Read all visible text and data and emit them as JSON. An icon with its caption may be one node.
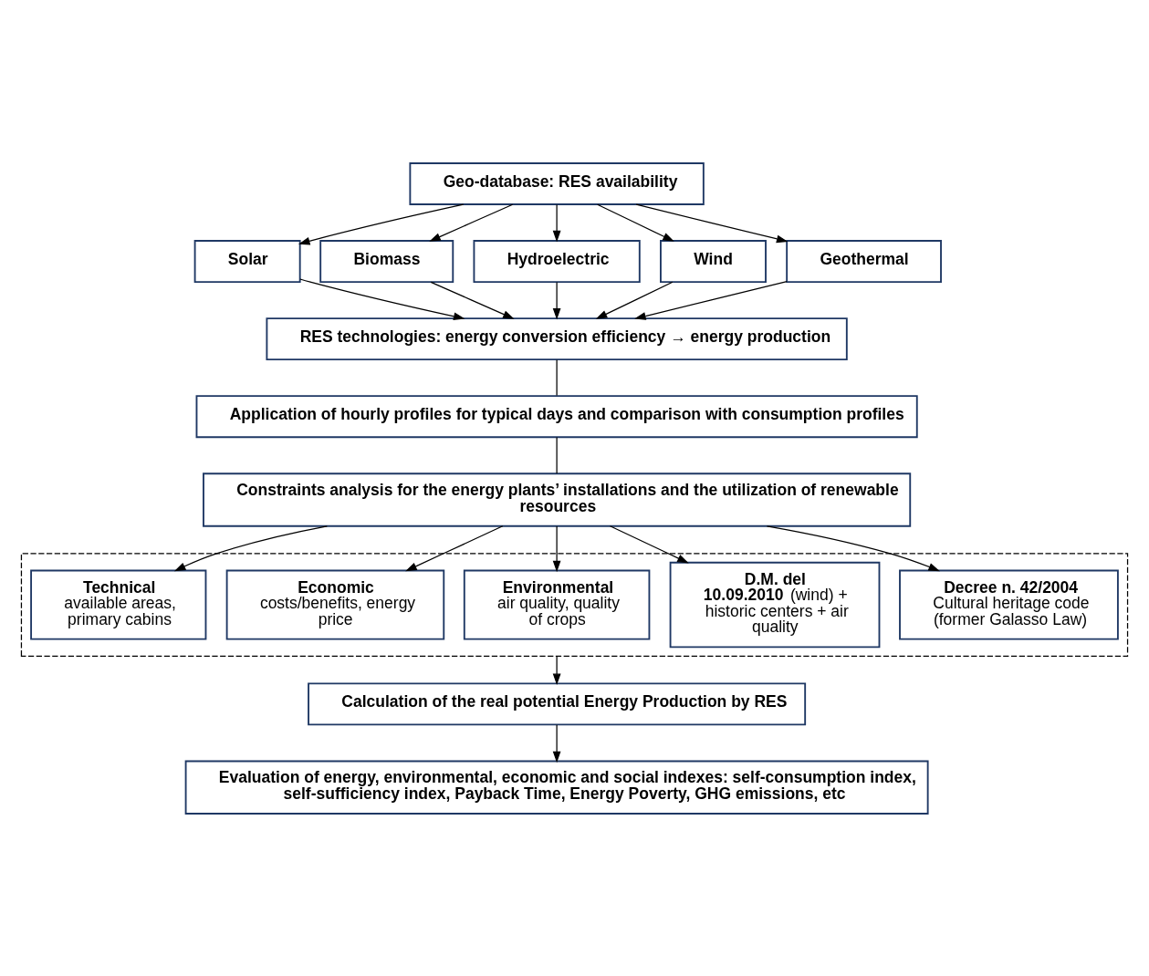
{
  "diagram": {
    "nodes": [
      {
        "text": [
          "Geo-database: RES availability"
        ]
      },
      {
        "text": [
          "Solar"
        ]
      },
      {
        "text": [
          "Biomass"
        ]
      },
      {
        "text": [
          "Hydroelectric"
        ]
      },
      {
        "text": [
          "Wind"
        ]
      },
      {
        "text": [
          "Geothermal"
        ]
      },
      {
        "text": [
          "RES technologies: energy conversion efficiency → energy production"
        ]
      },
      {
        "text": [
          "Application of hourly profiles for typical days and comparison with consumption profiles"
        ]
      },
      {
        "text": [
          "Constraints analysis for the energy plants’ installations and the utilization of renewable resources"
        ]
      },
      {
        "text": [],
        "shape": "box"
      },
      {
        "text": [
          "Technical",
          "available areas, primary cabins"
        ],
        "in": 9
      },
      {
        "text": [
          "Economic",
          "costs/benefits, energy price"
        ],
        "in": 9
      },
      {
        "text": [
          "Environmental",
          "air quality, quality of crops"
        ],
        "in": 9
      },
      {
        "text": [
          "**D.M. del 10.09.2010** (wind) + historic centers + air quality"
        ],
        "in": 9
      },
      {
        "text": [
          "Decree n. 42/2004",
          "Cultural heritage code (former Galasso Law)"
        ],
        "in": 9
      },
      {
        "text": [
          "Calculation of the real potential Energy Production by RES"
        ]
      },
      {
        "text": [
          "Evaluation of energy, environmental, economic and social indexes: self-consumption index, self-sufficiency index, Payback Time, Energy Poverty, GHG emissions, etc"
        ]
      }
    ],
    "edges": [
      {
        "from": 0,
        "to": 1,
        "arrow": "to"
      },
      {
        "from": 0,
        "to": 2,
        "arrow": "to"
      },
      {
        "from": 0,
        "to": 3,
        "arrow": "to"
      },
      {
        "from": 0,
        "to": 4,
        "arrow": "to"
      },
      {
        "from": 0,
        "to": 5,
        "arrow": "to"
      },
      {
        "from": 1,
        "to": 6,
        "arrow": "to"
      },
      {
        "from": 2,
        "to": 6,
        "arrow": "to"
      },
      {
        "from": 3,
        "to": 6,
        "arrow": "to"
      },
      {
        "from": 4,
        "to": 6,
        "arrow": "to"
      },
      {
        "from": 5,
        "to": 6,
        "arrow": "to"
      },
      {
        "from": 6,
        "to": 7,
        "arrow": "none"
      },
      {
        "from": 7,
        "to": 8,
        "arrow": "none"
      },
      {
        "from": 8,
        "to": 10,
        "arrow": "to"
      },
      {
        "from": 8,
        "to": 11,
        "arrow": "to"
      },
      {
        "from": 8,
        "to": 12,
        "arrow": "to"
      },
      {
        "from": 8,
        "to": 13,
        "arrow": "to"
      },
      {
        "from": 8,
        "to": 14,
        "arrow": "to"
      },
      {
        "from": 9,
        "to": 15,
        "arrow": "to"
      },
      {
        "from": 15,
        "to": 16,
        "arrow": "to"
      }
    ]
  }
}
